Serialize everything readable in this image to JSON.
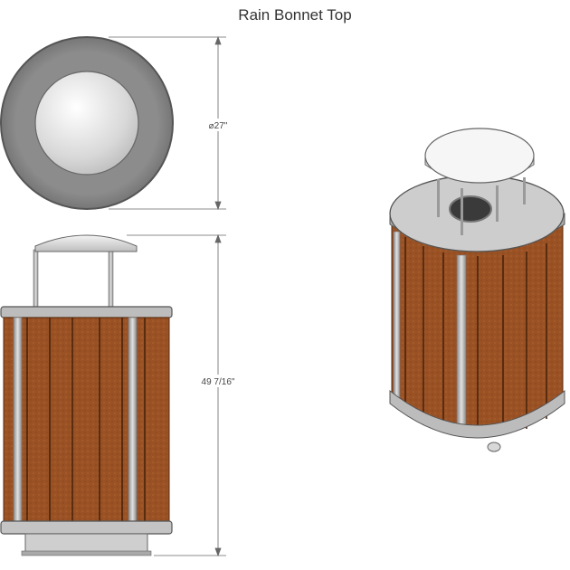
{
  "drawing": {
    "title": "Rain Bonnet Top",
    "diameter_label": "⌀27\"",
    "height_label": "49 7/16\""
  },
  "colors": {
    "steel": "#b8b8b8",
    "steel_dark": "#7a7a7a",
    "lid_top": "#d4d4d4",
    "dome": "#e6e6e6",
    "wood": "#9a5225",
    "wood_dark": "#5a2c10",
    "outline": "#555555"
  }
}
